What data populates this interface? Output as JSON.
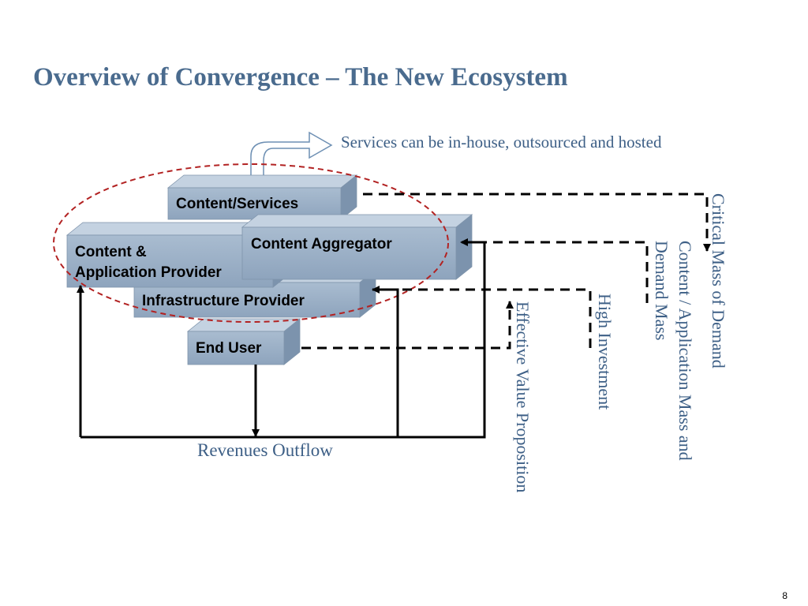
{
  "title": "Overview of Convergence – The New Ecosystem",
  "note": "Services can be in-house, outsourced and hosted",
  "boxes": {
    "content_services": "Content/Services",
    "content_app_line1": "Content &",
    "content_app_line2": "Application Provider",
    "content_aggregator": "Content Aggregator",
    "infrastructure_provider": "Infrastructure Provider",
    "end_user": "End User"
  },
  "flows": {
    "critical_mass": "Critical Mass of Demand",
    "content_app_mass_line1": "Content / Application Mass and",
    "content_app_mass_line2": "Demand Mass",
    "high_investment": "High Investment",
    "effective_value": "Effective Value Proposition",
    "revenues_outflow": "Revenues Outflow"
  },
  "page_number": "8",
  "colors": {
    "title": "#4a6b8e",
    "text": "#3d5f86",
    "box_front": "#9aafc6",
    "box_top": "#c4d2e1",
    "box_side": "#7c93ad",
    "ellipse": "#b22222"
  }
}
